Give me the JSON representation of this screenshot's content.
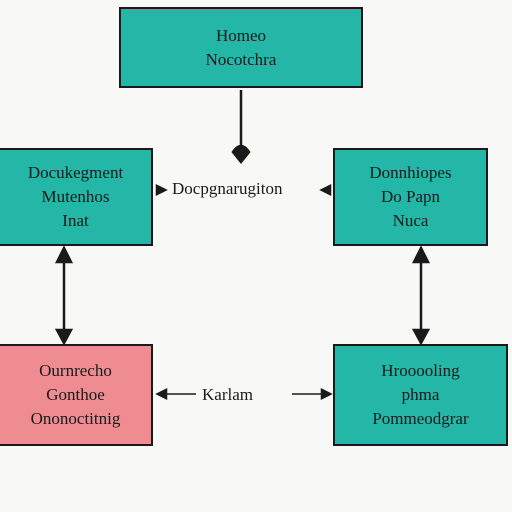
{
  "colors": {
    "primary_fill": "#24b7a8",
    "highlight_fill": "#ef8c92",
    "stroke": "#1a1a1a",
    "background": "#f8f8f6"
  },
  "nodes": {
    "top": {
      "lines": [
        "Homeo",
        "Nocotchra"
      ],
      "fill": "primary"
    },
    "left": {
      "lines": [
        "Docukegment",
        "Mutenhos",
        "Inat"
      ],
      "fill": "primary"
    },
    "right": {
      "lines": [
        "Donnhiopes",
        "Do Papn",
        "Nuca"
      ],
      "fill": "primary"
    },
    "bottom_left": {
      "lines": [
        "Ournrecho",
        "Gonthoe",
        "Ononoctitnig"
      ],
      "fill": "highlight"
    },
    "bottom_right": {
      "lines": [
        "Hrooooling",
        "phma",
        "Pommeodgrar"
      ],
      "fill": "primary"
    }
  },
  "edge_labels": {
    "middle": "Docpgnarugiton",
    "bottom": "Karlam"
  }
}
